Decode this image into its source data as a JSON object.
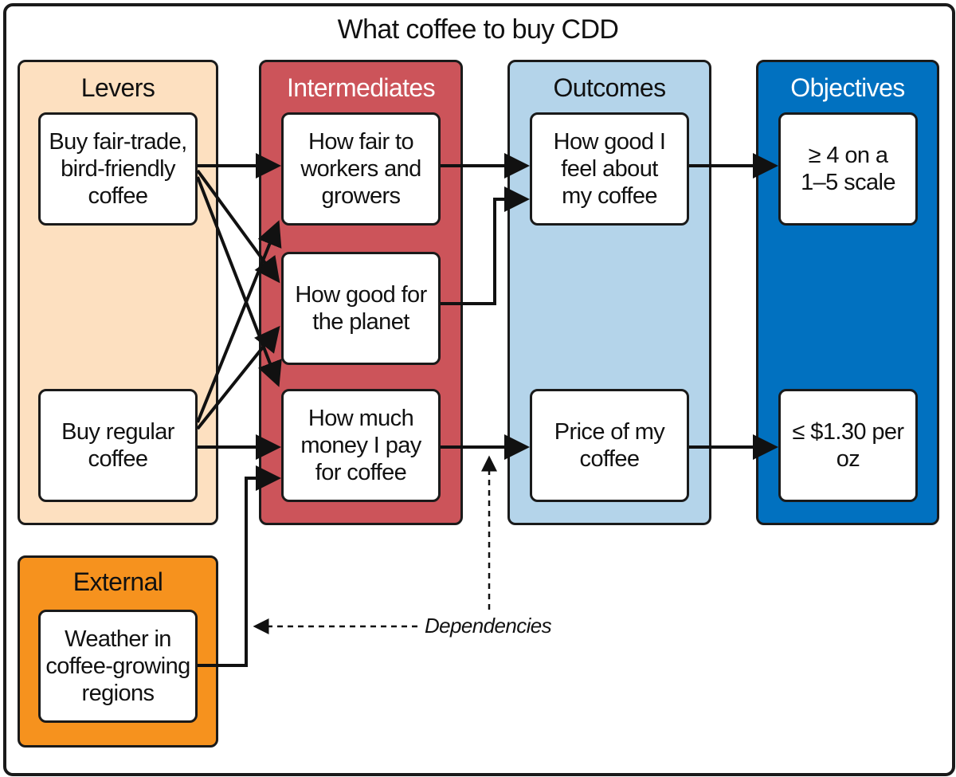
{
  "title": "What coffee to buy CDD",
  "colors": {
    "levers": "#fde0c0",
    "intermediates": "#cc545a",
    "outcomes": "#b4d4ea",
    "objectives": "#0171c0",
    "external": "#f6921e"
  },
  "columns": {
    "levers": {
      "label": "Levers"
    },
    "intermediates": {
      "label": "Intermediates"
    },
    "outcomes": {
      "label": "Outcomes"
    },
    "objectives": {
      "label": "Objectives"
    },
    "external": {
      "label": "External"
    }
  },
  "nodes": {
    "lever_fair_trade": "Buy fair-trade,\nbird-friendly\ncoffee",
    "lever_regular": "Buy regular\ncoffee",
    "inter_fair": "How fair to\nworkers and\ngrowers",
    "inter_planet": "How good for\nthe planet",
    "inter_money": "How much\nmoney I pay\nfor coffee",
    "outcome_feel": "How good I\nfeel about\nmy coffee",
    "outcome_price": "Price of my\ncoffee",
    "objective_feel": "≥ 4 on a\n1–5 scale",
    "objective_price": "≤ $1.30 per\noz",
    "external_weather": "Weather in\ncoffee-growing\nregions"
  },
  "annotation": {
    "dependencies": "Dependencies"
  }
}
